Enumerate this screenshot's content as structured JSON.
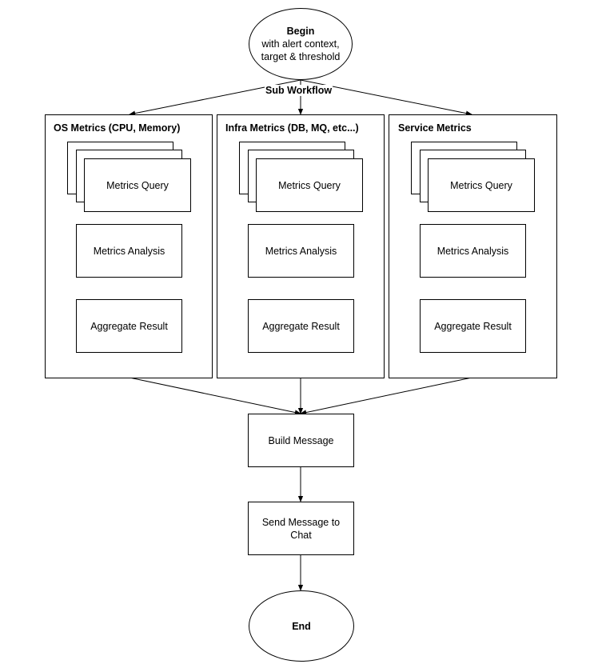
{
  "begin": {
    "title": "Begin",
    "line1": "with alert context,",
    "line2": "target & threshold"
  },
  "sub_workflow_label": "Sub Workflow",
  "groups": [
    {
      "title": "OS Metrics (CPU, Memory)",
      "query": "Metrics Query",
      "analysis": "Metrics Analysis",
      "aggregate": "Aggregate Result"
    },
    {
      "title": "Infra Metrics (DB, MQ, etc...)",
      "query": "Metrics Query",
      "analysis": "Metrics Analysis",
      "aggregate": "Aggregate Result"
    },
    {
      "title": "Service Metrics",
      "query": "Metrics Query",
      "analysis": "Metrics Analysis",
      "aggregate": "Aggregate Result"
    }
  ],
  "build_message": "Build Message",
  "send_message": "Send Message to Chat",
  "end": "End"
}
